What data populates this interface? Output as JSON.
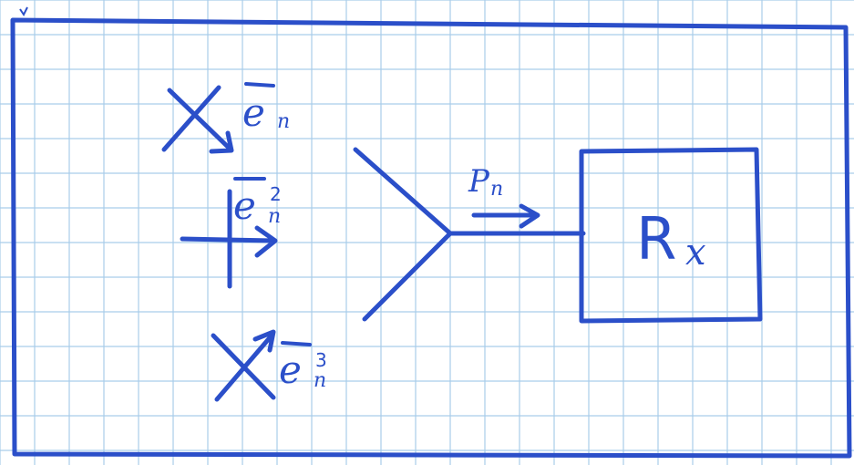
{
  "diagram": {
    "colors": {
      "paper": "#ffffff",
      "grid": "#a9cdea",
      "ink": "#2b4fc9"
    },
    "fields": [
      {
        "symbol": "e",
        "subscript": "n",
        "superscript": ""
      },
      {
        "symbol": "e",
        "subscript": "n",
        "superscript": "2"
      },
      {
        "symbol": "e",
        "subscript": "n",
        "superscript": "3"
      }
    ],
    "power_label": {
      "symbol": "P",
      "subscript": "n"
    },
    "receiver": {
      "symbol": "R",
      "subscript": "x"
    }
  }
}
